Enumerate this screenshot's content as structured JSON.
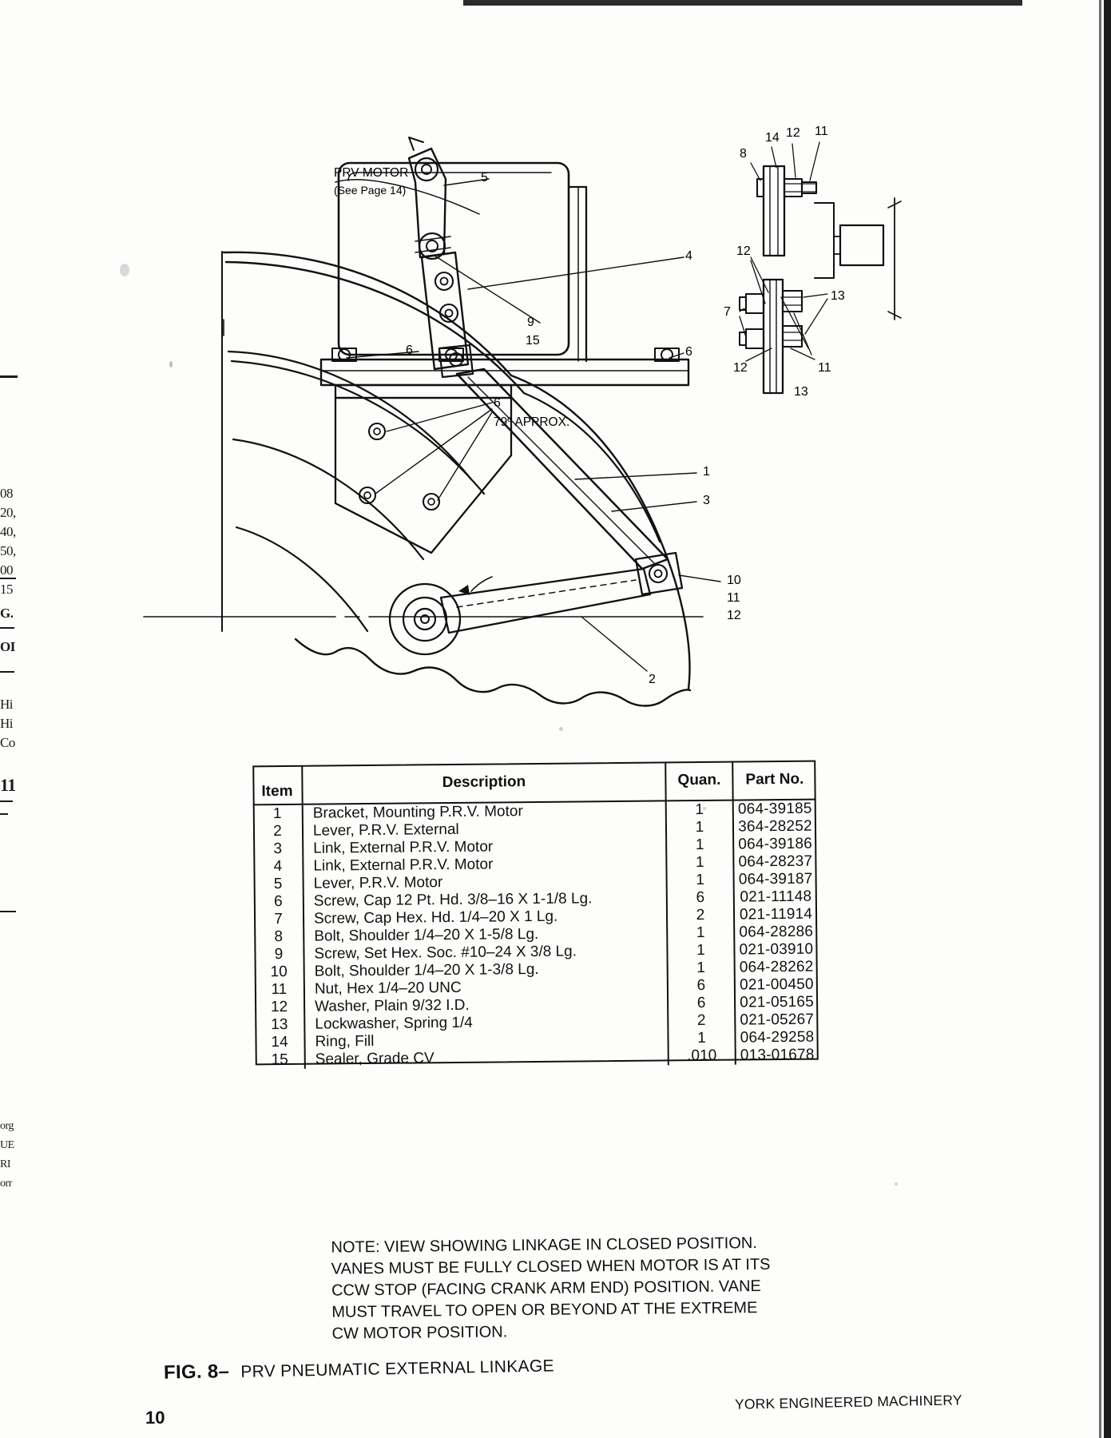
{
  "page": {
    "number": "10",
    "figure_caption_prefix": "FIG. 8–",
    "figure_caption": "PRV PNEUMATIC EXTERNAL LINKAGE",
    "footer_right": "YORK ENGINEERED MACHINERY"
  },
  "drawing": {
    "prv_motor_label": "PRV MOTOR",
    "prv_motor_sublabel": "(See Page 14)",
    "angle_note": "79º APPROX.",
    "callouts": [
      {
        "id": "c5",
        "text": "5"
      },
      {
        "id": "c4",
        "text": "4"
      },
      {
        "id": "c9",
        "text": "9"
      },
      {
        "id": "c15",
        "text": "15"
      },
      {
        "id": "c6a",
        "text": "6"
      },
      {
        "id": "c6b",
        "text": "6"
      },
      {
        "id": "c6c",
        "text": "6"
      },
      {
        "id": "c1",
        "text": "1"
      },
      {
        "id": "c3",
        "text": "3"
      },
      {
        "id": "c10",
        "text": "10"
      },
      {
        "id": "c11",
        "text": "11"
      },
      {
        "id": "c12",
        "text": "12"
      },
      {
        "id": "c2",
        "text": "2"
      }
    ],
    "detail_callouts": [
      {
        "id": "d14",
        "text": "14"
      },
      {
        "id": "d12top",
        "text": "12"
      },
      {
        "id": "d11top",
        "text": "11"
      },
      {
        "id": "d8",
        "text": "8"
      },
      {
        "id": "d12l",
        "text": "12"
      },
      {
        "id": "d13r",
        "text": "13"
      },
      {
        "id": "d7",
        "text": "7"
      },
      {
        "id": "d12b",
        "text": "12"
      },
      {
        "id": "d11b",
        "text": "11"
      },
      {
        "id": "d13b",
        "text": "13"
      }
    ]
  },
  "table": {
    "headers": {
      "item": "Item",
      "description": "Description",
      "quantity": "Quan.",
      "part_no": "Part No."
    },
    "rows": [
      {
        "item": "1",
        "description": "Bracket, Mounting P.R.V. Motor",
        "quantity": "1",
        "part_no": "064-39185"
      },
      {
        "item": "2",
        "description": "Lever, P.R.V. External",
        "quantity": "1",
        "part_no": "364-28252"
      },
      {
        "item": "3",
        "description": "Link, External P.R.V. Motor",
        "quantity": "1",
        "part_no": "064-39186"
      },
      {
        "item": "4",
        "description": "Link, External P.R.V. Motor",
        "quantity": "1",
        "part_no": "064-28237"
      },
      {
        "item": "5",
        "description": "Lever, P.R.V. Motor",
        "quantity": "1",
        "part_no": "064-39187"
      },
      {
        "item": "6",
        "description": "Screw, Cap 12 Pt. Hd. 3/8–16 X 1-1/8 Lg.",
        "quantity": "6",
        "part_no": "021-11148"
      },
      {
        "item": "7",
        "description": "Screw, Cap Hex. Hd. 1/4–20 X 1 Lg.",
        "quantity": "2",
        "part_no": "021-11914"
      },
      {
        "item": "8",
        "description": "Bolt, Shoulder 1/4–20 X 1-5/8 Lg.",
        "quantity": "1",
        "part_no": "064-28286"
      },
      {
        "item": "9",
        "description": "Screw, Set Hex. Soc. #10–24 X 3/8 Lg.",
        "quantity": "1",
        "part_no": "021-03910"
      },
      {
        "item": "10",
        "description": "Bolt, Shoulder 1/4–20 X 1-3/8 Lg.",
        "quantity": "1",
        "part_no": "064-28262"
      },
      {
        "item": "11",
        "description": "Nut, Hex 1/4–20 UNC",
        "quantity": "6",
        "part_no": "021-00450"
      },
      {
        "item": "12",
        "description": "Washer, Plain 9/32 I.D.",
        "quantity": "6",
        "part_no": "021-05165"
      },
      {
        "item": "13",
        "description": "Lockwasher, Spring 1/4",
        "quantity": "2",
        "part_no": "021-05267"
      },
      {
        "item": "14",
        "description": "Ring, Fill",
        "quantity": "1",
        "part_no": "064-29258"
      },
      {
        "item": "15",
        "description": "Sealer, Grade CV",
        "quantity": ".010",
        "part_no": "013-01678"
      }
    ]
  },
  "note": {
    "line1": "NOTE: VIEW SHOWING LINKAGE IN CLOSED POSITION.",
    "line2": "VANES MUST BE FULLY CLOSED WHEN MOTOR IS AT ITS",
    "line3": "CCW STOP (FACING CRANK ARM END) POSITION. VANE",
    "line4": "MUST TRAVEL TO OPEN OR BEYOND AT THE EXTREME",
    "line5": "CW MOTOR POSITION."
  },
  "gutter": {
    "fragments": [
      "08",
      "20,",
      "40,",
      "50,",
      "00",
      "15",
      "G.",
      "OI",
      "Hi",
      "Hi",
      "Co",
      "11",
      "org",
      "UE",
      "RI",
      "orr"
    ]
  }
}
